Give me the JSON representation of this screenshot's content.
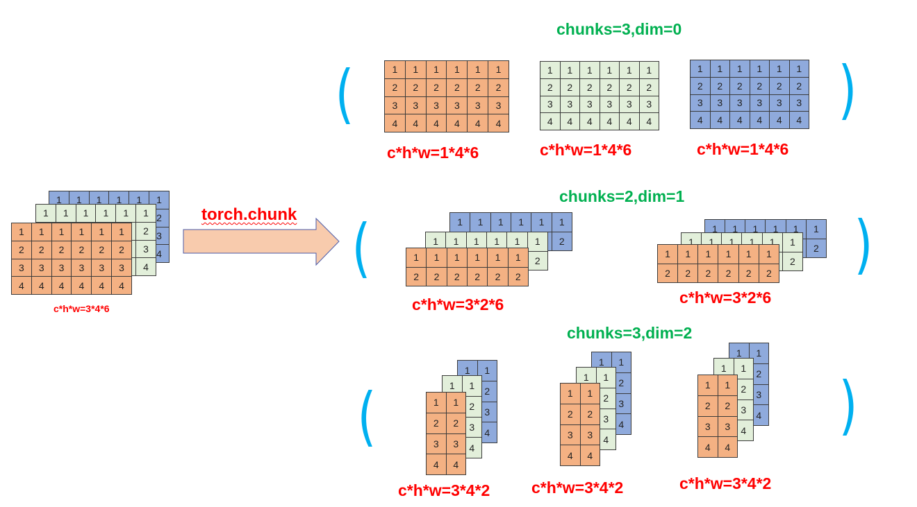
{
  "input": {
    "label": "c*h*w=3*4*6"
  },
  "operation": {
    "label": "torch.chunk"
  },
  "colors": {
    "orange": "#f4b183",
    "green": "#e2efda",
    "blue": "#8faadc",
    "bracket": "#00b0f0",
    "label_red": "#ff0000",
    "title_green": "#00b050"
  },
  "sections": [
    {
      "title": "chunks=3,dim=0",
      "labels": [
        "c*h*w=1*4*6",
        "c*h*w=1*4*6",
        "c*h*w=1*4*6"
      ]
    },
    {
      "title": "chunks=2,dim=1",
      "labels": [
        "c*h*w=3*2*6",
        "c*h*w=3*2*6"
      ]
    },
    {
      "title": "chunks=3,dim=2",
      "labels": [
        "c*h*w=3*4*2",
        "c*h*w=3*4*2",
        "c*h*w=3*4*2"
      ]
    }
  ],
  "brackets": {
    "open": "(",
    "close": ")"
  }
}
